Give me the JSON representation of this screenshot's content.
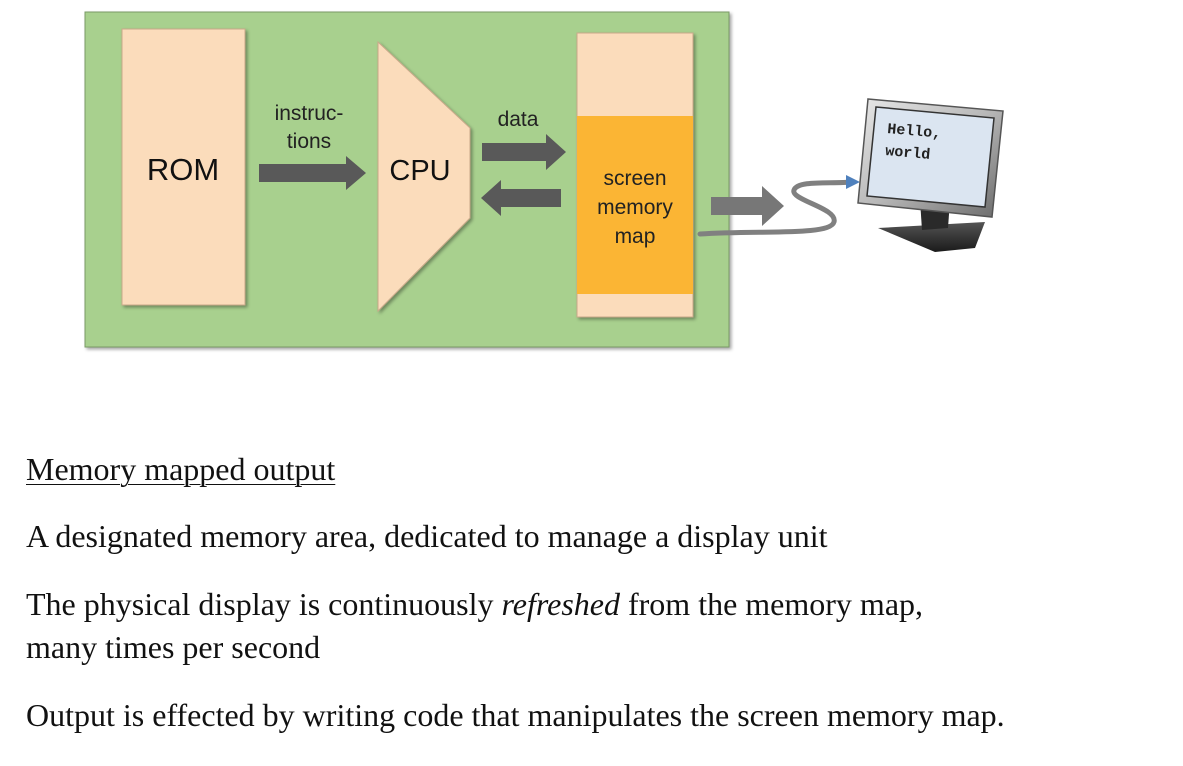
{
  "diagram": {
    "rom_label": "ROM",
    "instructions_label_line1": "instruc-",
    "instructions_label_line2": "tions",
    "cpu_label": "CPU",
    "data_label": "data",
    "screen_memory_line1": "screen",
    "screen_memory_line2": "memory",
    "screen_memory_line3": "map",
    "monitor_text_line1": "Hello,",
    "monitor_text_line2": "world",
    "colors": {
      "board_green": "#a8d08e",
      "peach": "#fbdcbb",
      "orange": "#fbb534",
      "arrow_gray": "#595959",
      "cable_gray": "#7f7f7f",
      "screen_blue": "#dbe5f1"
    },
    "icons": [
      "computer-monitor-icon"
    ]
  },
  "text": {
    "heading": "Memory mapped output",
    "para1": "A designated memory area, dedicated to manage a display unit",
    "para2_before": "The physical display is continuously ",
    "para2_italic": "refreshed",
    "para2_after": " from the memory map,",
    "para2_line2": "many times per second",
    "para3": "Output is effected by writing code that manipulates the screen memory map."
  }
}
